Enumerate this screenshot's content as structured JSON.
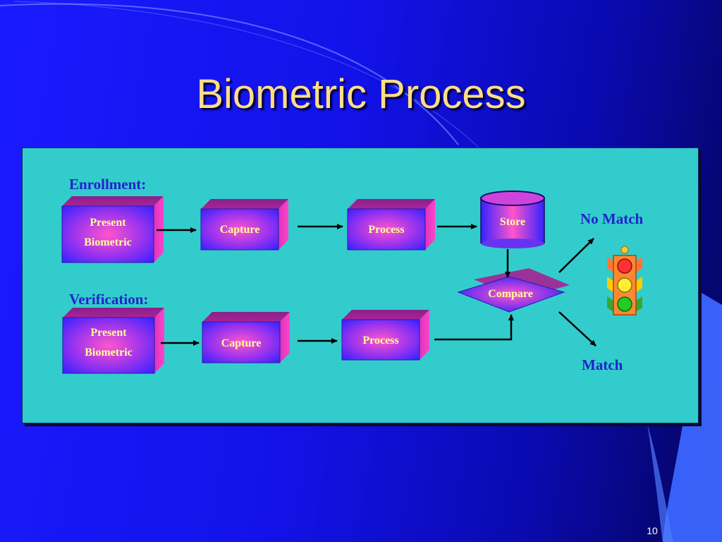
{
  "slide": {
    "title": "Biometric Process",
    "page_number": "10"
  },
  "enrollment": {
    "label": "Enrollment:",
    "present_line1": "Present",
    "present_line2": "Biometric",
    "capture": "Capture",
    "process": "Process",
    "store": "Store"
  },
  "verification": {
    "label": "Verification:",
    "present_line1": "Present",
    "present_line2": "Biometric",
    "capture": "Capture",
    "process": "Process"
  },
  "compare": "Compare",
  "outcomes": {
    "no_match": "No Match",
    "match": "Match"
  },
  "colors": {
    "panel": "#33cccc",
    "label_text": "#ffff99",
    "section_text": "#2222cc",
    "title_text": "#ffdd88"
  },
  "icons": {
    "traffic_light": "traffic-light-icon"
  }
}
